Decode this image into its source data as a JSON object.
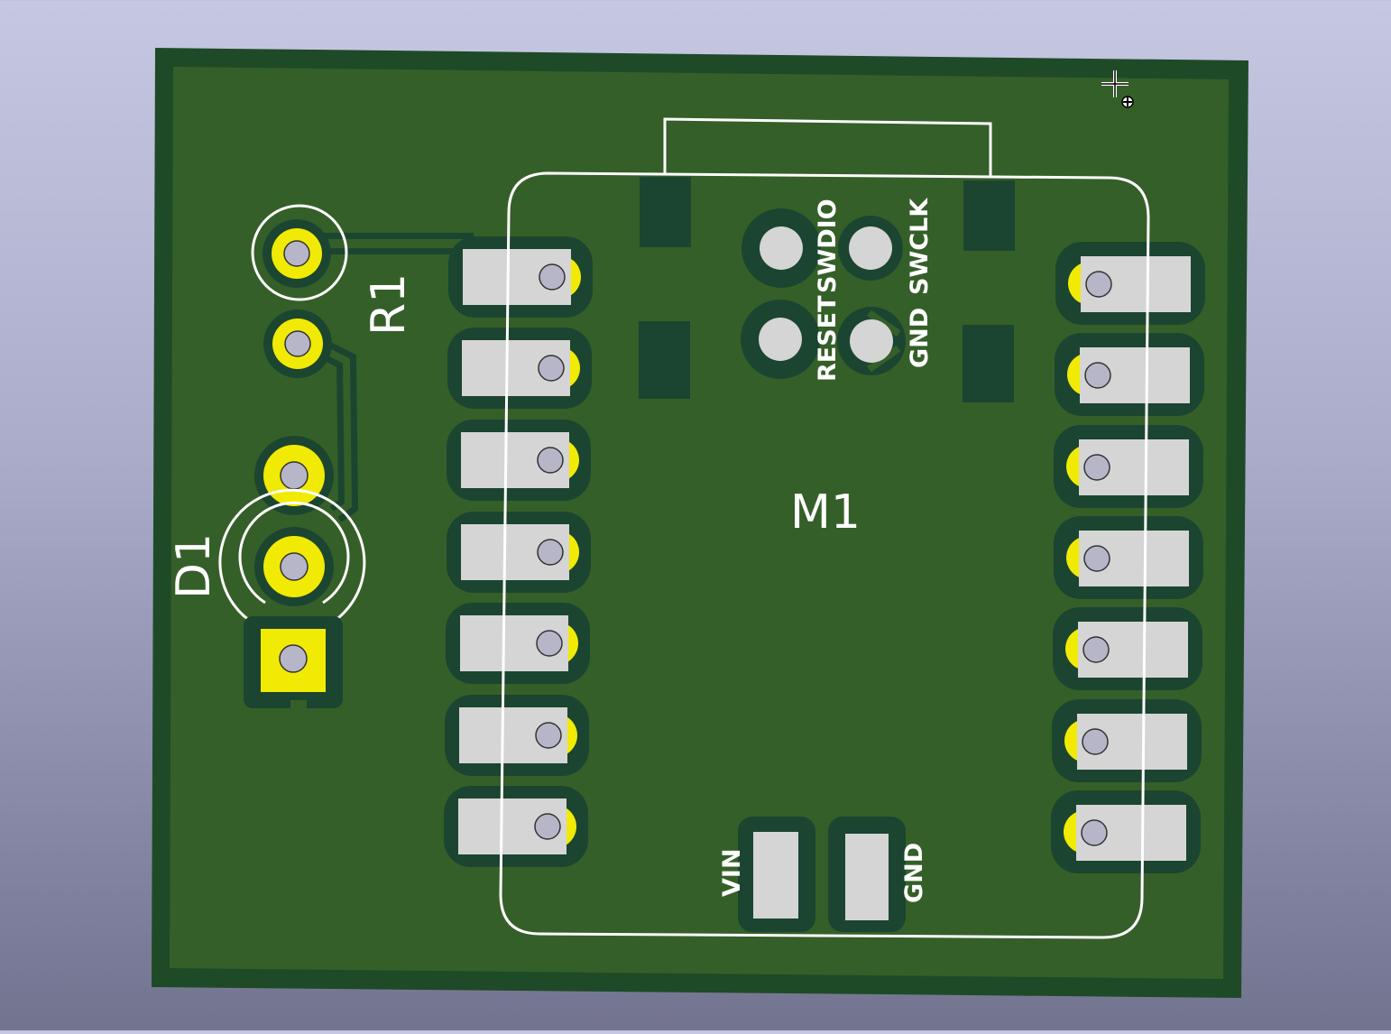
{
  "board": {
    "colors": {
      "background_top": "#c6c8e2",
      "background_bottom": "#72738f",
      "board_edge": "#1f4a27",
      "copper_fill": "#355f28",
      "clearance": "#1b4530",
      "pad": "#d5d5d5",
      "drill": "#b6b6c8",
      "tht_ring": "#f1ea05",
      "silkscreen": "#ffffff"
    },
    "references": {
      "resistor": "R1",
      "led": "D1",
      "module": "M1"
    },
    "module_labels": {
      "reset": "RESET",
      "swdio": "SWDIO",
      "swclk": "SWCLK",
      "gnd_top": "GND",
      "vin": "VIN",
      "gnd_bottom": "GND"
    },
    "module_pins_per_side": 7
  }
}
